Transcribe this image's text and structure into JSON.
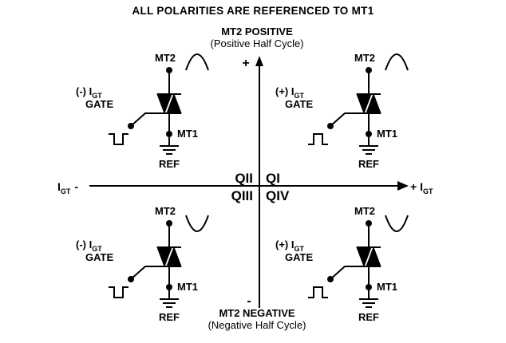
{
  "title": "ALL POLARITIES ARE REFERENCED TO MT1",
  "colors": {
    "ink": "#000000",
    "background": "#ffffff"
  },
  "axis": {
    "top_label": "MT2 POSITIVE",
    "top_sublabel": "(Positive Half Cycle)",
    "plus_sign": "+",
    "minus_sign": "-",
    "bottom_label": "MT2 NEGATIVE",
    "bottom_sublabel": "(Negative Half Cycle)",
    "left_current_symbol": "I",
    "left_current_subscript": "GT",
    "left_polarity_sign": "-",
    "right_polarity_prefix": "+ I",
    "right_current_subscript": "GT"
  },
  "quadrants": {
    "qi": "QI",
    "qii": "QII",
    "qiii": "QIII",
    "qiv": "QIV"
  },
  "circuits": {
    "qii": {
      "mt2": "MT2",
      "polarity": "(-) I",
      "subscript": "GT",
      "gate": "GATE",
      "mt1": "MT1",
      "ref": "REF"
    },
    "qi": {
      "mt2": "MT2",
      "polarity": "(+) I",
      "subscript": "GT",
      "gate": "GATE",
      "mt1": "MT1",
      "ref": "REF"
    },
    "qiii": {
      "mt2": "MT2",
      "polarity": "(-) I",
      "subscript": "GT",
      "gate": "GATE",
      "mt1": "MT1",
      "ref": "REF"
    },
    "qiv": {
      "mt2": "MT2",
      "polarity": "(+) I",
      "subscript": "GT",
      "gate": "GATE",
      "mt1": "MT1",
      "ref": "REF"
    }
  }
}
